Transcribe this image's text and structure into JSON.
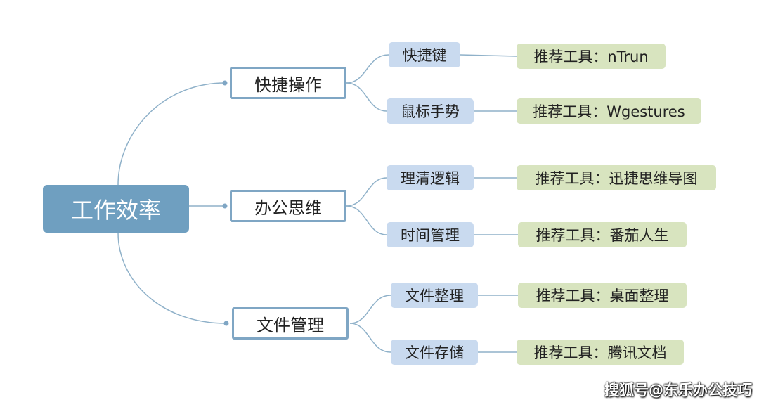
{
  "root": "工作效率",
  "branches": [
    {
      "label": "快捷操作",
      "children": [
        {
          "label": "快捷键",
          "tool": "推荐工具：nTrun"
        },
        {
          "label": "鼠标手势",
          "tool": "推荐工具：Wgestures"
        }
      ]
    },
    {
      "label": "办公思维",
      "children": [
        {
          "label": "理清逻辑",
          "tool": "推荐工具：迅捷思维导图"
        },
        {
          "label": "时间管理",
          "tool": "推荐工具：番茄人生"
        }
      ]
    },
    {
      "label": "文件管理",
      "children": [
        {
          "label": "文件整理",
          "tool": "推荐工具：桌面整理"
        },
        {
          "label": "文件存储",
          "tool": "推荐工具：腾讯文档"
        }
      ]
    }
  ],
  "watermark": "搜狐号@东乐办公技巧",
  "colors": {
    "root_fill": "#6f9fc0",
    "branch_border": "#7fa6c4",
    "leaf_fill": "#c9daef",
    "tool_fill": "#d8e4bf",
    "connector": "#8fb1c9"
  }
}
